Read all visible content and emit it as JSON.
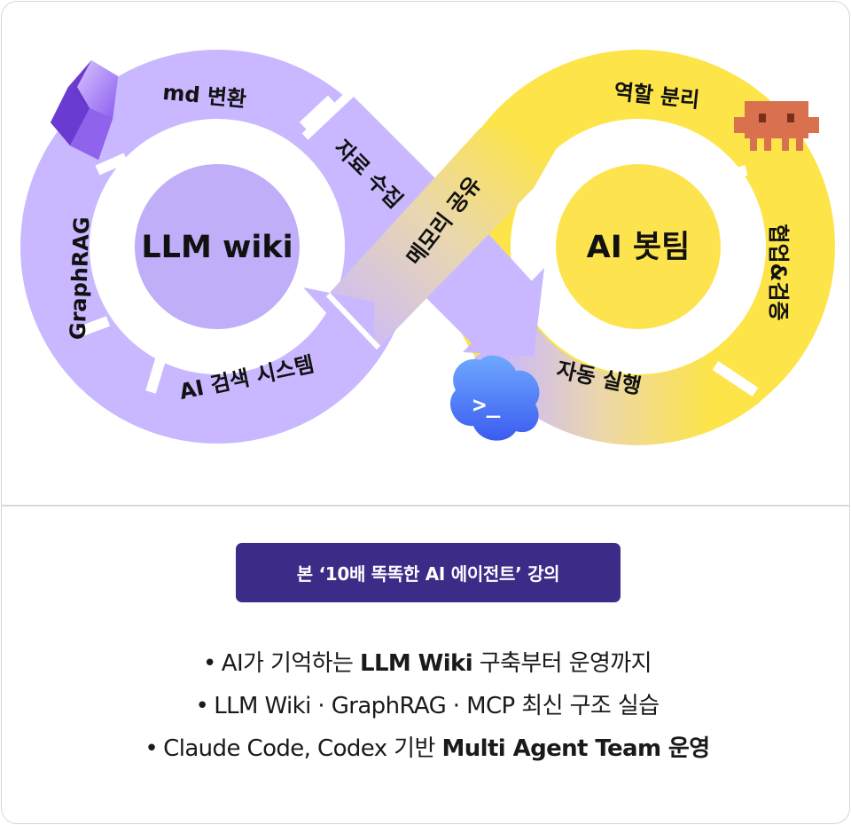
{
  "diagram": {
    "left_hub": "LLM wiki",
    "right_hub": "AI 봇팀",
    "left_loop": [
      "md 변환",
      "자료 수집",
      "GraphRAG",
      "AI 검색 시스템"
    ],
    "crossover": "메모리 공유",
    "right_loop": [
      "역할 분리",
      "협업&검증",
      "자동 실행"
    ],
    "terminal_prompt": ">_",
    "colors": {
      "purple": "#c9b8ff",
      "purple_hub": "#c0aef8",
      "yellow": "#fde449",
      "yellow_hub": "#fde44e",
      "badge_bg": "#3d2b88"
    },
    "icons": [
      "obsidian-crystal-icon",
      "pixel-robot-icon",
      "terminal-cloud-icon"
    ]
  },
  "course_badge": "본 ‘10배 똑똑한 AI 에이전트’ 강의",
  "bullets": [
    {
      "bullet": "•",
      "pre": "AI가 기억하는 ",
      "bold": "LLM Wiki",
      "post": " 구축부터 운영까지"
    },
    {
      "bullet": "•",
      "pre": "LLM Wiki · GraphRAG · MCP 최신 구조 실습",
      "bold": "",
      "post": ""
    },
    {
      "bullet": "•",
      "pre": "Claude Code, Codex 기반 ",
      "bold": "Multi Agent Team 운영",
      "post": ""
    }
  ]
}
